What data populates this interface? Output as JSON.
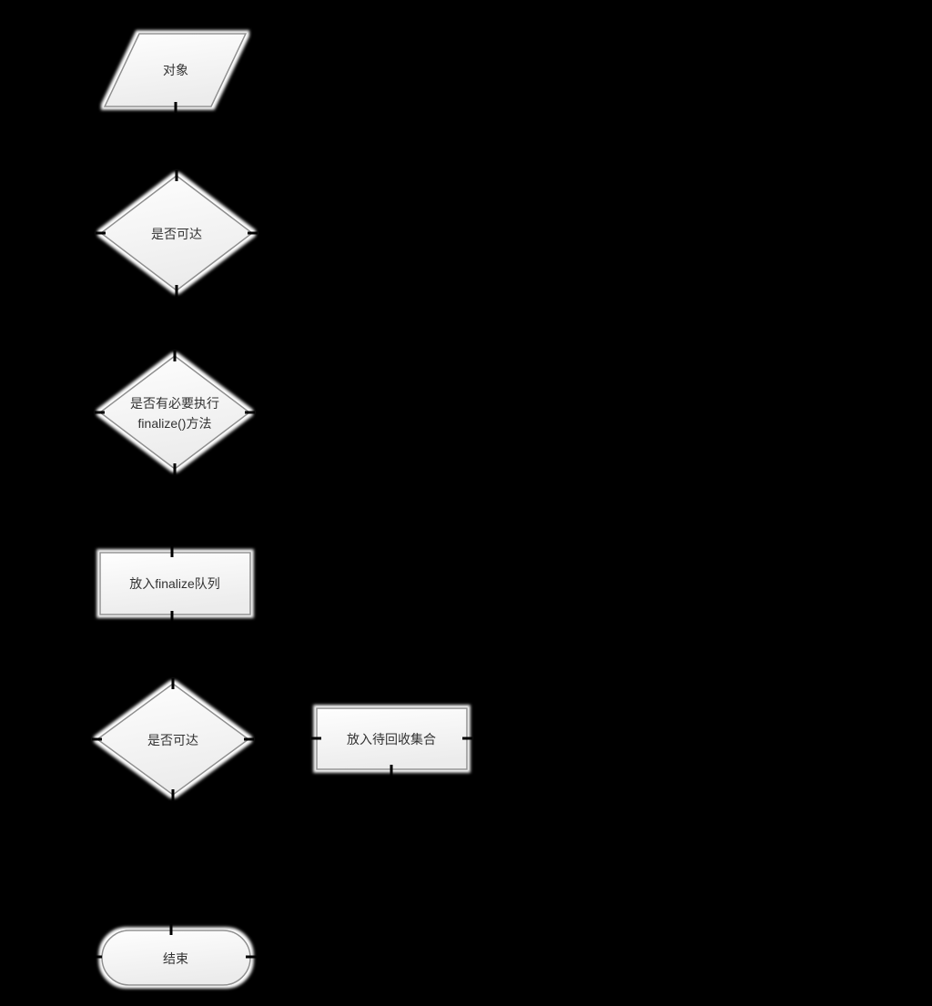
{
  "canvas": {
    "background": "#000000"
  },
  "palette": {
    "shape_fill_top": "#fefefe",
    "shape_fill_bottom": "#ececec",
    "shape_border": "#909090",
    "glow": "#ffffff",
    "text": "#333333",
    "connector": "#000000"
  },
  "nodes": {
    "start": {
      "shape": "parallelogram",
      "label": "对象"
    },
    "reachable_check_1": {
      "shape": "decision",
      "label": "是否可达"
    },
    "finalize_check": {
      "shape": "decision",
      "label_line1": "是否有必要执行",
      "label_line2": "finalize()方法"
    },
    "finalize_queue": {
      "shape": "process",
      "label": "放入finalize队列"
    },
    "reachable_check_2": {
      "shape": "decision",
      "label": "是否可达"
    },
    "recycle_set": {
      "shape": "process",
      "label": "放入待回收集合"
    },
    "end": {
      "shape": "terminator",
      "label": "结束"
    }
  }
}
